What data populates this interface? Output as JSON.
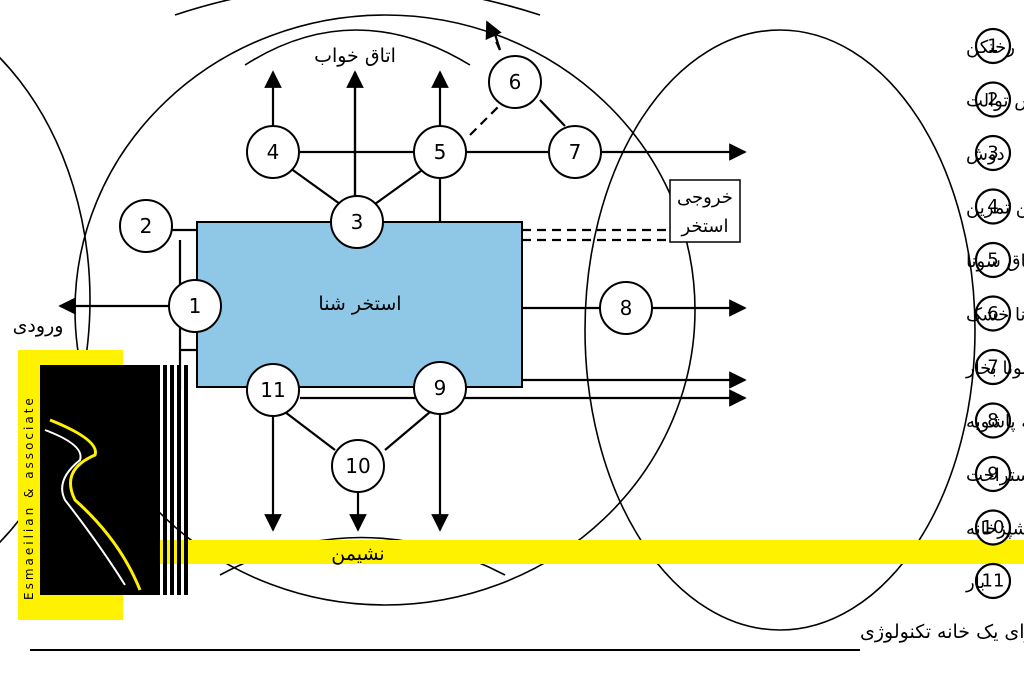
{
  "diagram": {
    "pool_label": "استخر شنا",
    "bedroom_label": "اتاق خواب",
    "living_label": "نشیمن",
    "entrance_label": "ورودی",
    "pool_exit_line1": "خروجی",
    "pool_exit_line2": "استخر",
    "nodes": [
      "1",
      "2",
      "3",
      "4",
      "5",
      "6",
      "7",
      "8",
      "9",
      "10",
      "11"
    ]
  },
  "legend": {
    "items": [
      {
        "num": "1",
        "label": "رختکن"
      },
      {
        "num": "2",
        "label": "سرویس توالت"
      },
      {
        "num": "3",
        "label": "دوش"
      },
      {
        "num": "4",
        "label": "سالن تمرین"
      },
      {
        "num": "5",
        "label": "اتاق سونا"
      },
      {
        "num": "6",
        "label": "سونا خشک"
      },
      {
        "num": "7",
        "label": "سونا بخار"
      },
      {
        "num": "8",
        "label": "حوضچه پاشویه"
      },
      {
        "num": "9",
        "label": "اتاق استراحت"
      },
      {
        "num": "10",
        "label": "کافه-آشپزخانه"
      },
      {
        "num": "11",
        "label": "بار"
      }
    ]
  },
  "caption": "استخر شنا مجهز و یکپارچه-ارتباط فضاهای مختلف با یکدیگر برای یک خانه تکنولوژی",
  "watermark": "Esmaeilian & associate",
  "colors": {
    "pool_fill": "#8ec8e6",
    "highlight": "#fff200",
    "line": "#000000",
    "logo_bg": "#000000"
  }
}
